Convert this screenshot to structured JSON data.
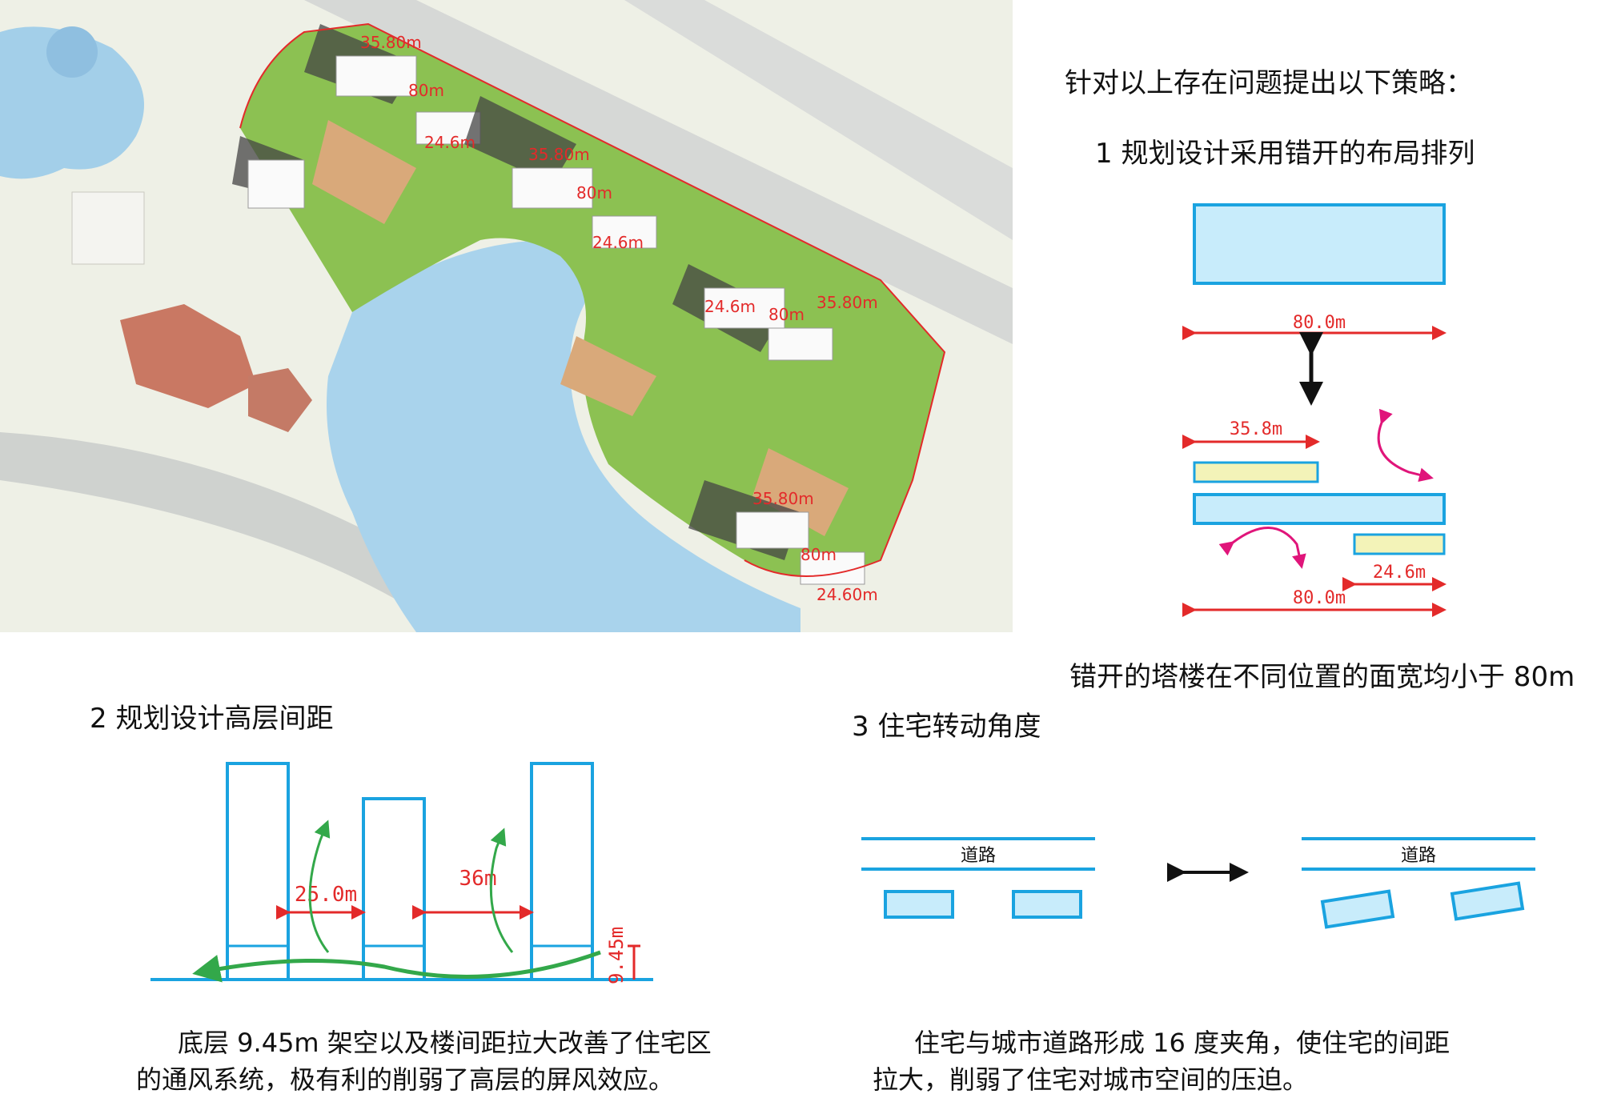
{
  "map": {
    "dims": [
      "35.80m",
      "24.6m",
      "80m",
      "35.80m",
      "24.6m",
      "80m",
      "24.6m",
      "80m",
      "35.80m",
      "35.80m",
      "80m",
      "24.60m"
    ]
  },
  "strategy": {
    "intro": "针对以上存在问题提出以下策略：",
    "s1_title": "1 规划设计采用错开的布局排列",
    "d1_width": "80.0m",
    "d1_left_width": "35.8m",
    "d1_right_width": "24.6m",
    "d1_total_width": "80.0m",
    "s1_caption": "错开的塔楼在不同位置的面宽均小于 80m",
    "s2_title": "2 规划设计高层间距",
    "d2_gap1": "25.0m",
    "d2_gap2": "36m",
    "d2_height": "9.45m",
    "s2_caption_line1": "底层 9.45m 架空以及楼间距拉大改善了住宅区",
    "s2_caption_line2": "的通风系统，极有利的削弱了高层的屏风效应。",
    "s3_title": "3  住宅转动角度",
    "d3_road_left": "道路",
    "d3_road_right": "道路",
    "s3_caption_line1": "住宅与城市道路形成 16 度夹角，使住宅的间距",
    "s3_caption_line2": "拉大，削弱了住宅对城市空间的压迫。"
  },
  "colors": {
    "blue_outline": "#1aa3e0",
    "blue_fill": "#c8ecfb",
    "yellow_fill": "#f3f3b8",
    "red_dim": "#e32a2a",
    "magenta_arrow": "#e0157a",
    "green_arrow": "#33a84a",
    "water": "#a9d3ec",
    "vegetation": "#8cc152"
  }
}
